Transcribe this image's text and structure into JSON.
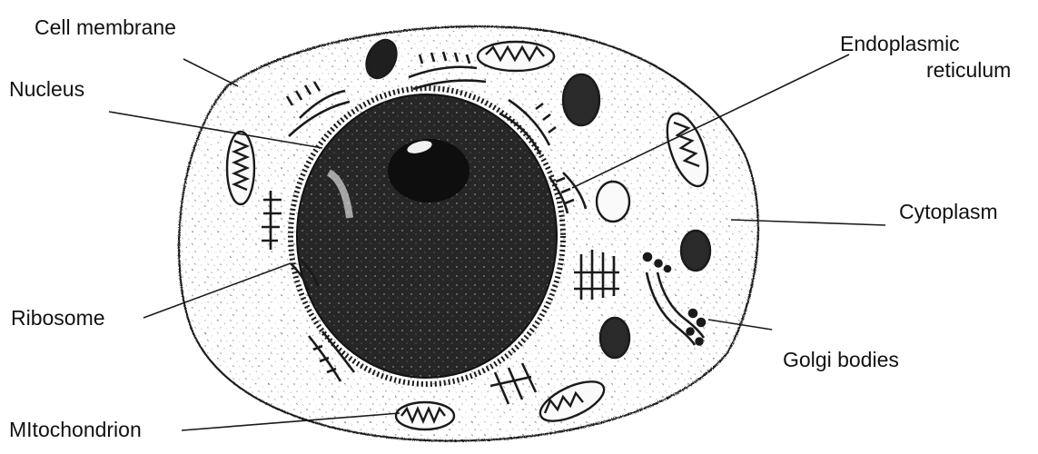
{
  "diagram": {
    "subject": "animal cell",
    "labels": {
      "cell_membrane": "Cell membrane",
      "nucleus": "Nucleus",
      "ribosome": "Ribosome",
      "mitochondrion": "MItochondrion",
      "er_line1": "Endoplasmic",
      "er_line2": "reticulum",
      "cytoplasm": "Cytoplasm",
      "golgi": "Golgi bodies"
    },
    "colors": {
      "ink": "#1a1a1a",
      "nucleus_fill": "#2b2b2b",
      "cytoplasm_speckle": "#8a8a8a",
      "background": "#ffffff"
    }
  }
}
